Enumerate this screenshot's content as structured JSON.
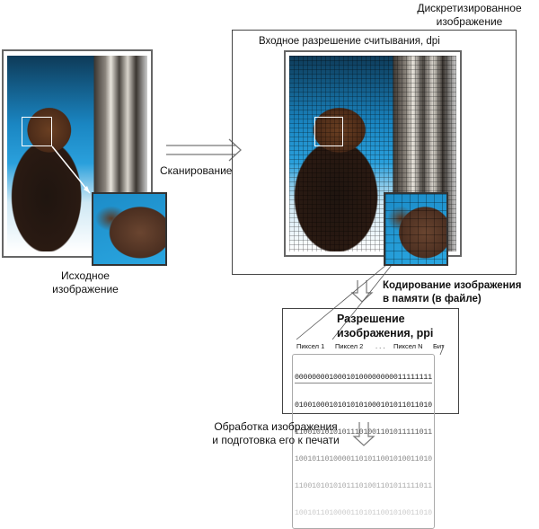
{
  "labels": {
    "scanning": "Сканирование",
    "source_line1": "Исходное",
    "source_line2": "изображение",
    "sampled_line1": "Дискретизированное",
    "sampled_line2": "изображение",
    "input_resolution": "Входное разрешение считывания, dpi",
    "encoding_line1": "Кодирование изображения",
    "encoding_line2": "в памяти (в файле)",
    "image_res_line1": "Разрешение",
    "image_res_line2": "изображения, ppi",
    "pixel1": "Пиксел 1",
    "pixel2": "Пиксел 2",
    "dots": ". . .",
    "pixelN": "Пиксел N",
    "bit": "Бит",
    "processing_line1": "Обработка изображения",
    "processing_line2": "и подготовка его к печати"
  },
  "bit_rows": [
    "00000000100010100000000011111111",
    "01001000101010101000101011011010",
    "11001010101011101001101011111011",
    "10010110100001101011001010011010",
    "11001010101011101001101011111011",
    "10010110100001101011001010011010"
  ]
}
